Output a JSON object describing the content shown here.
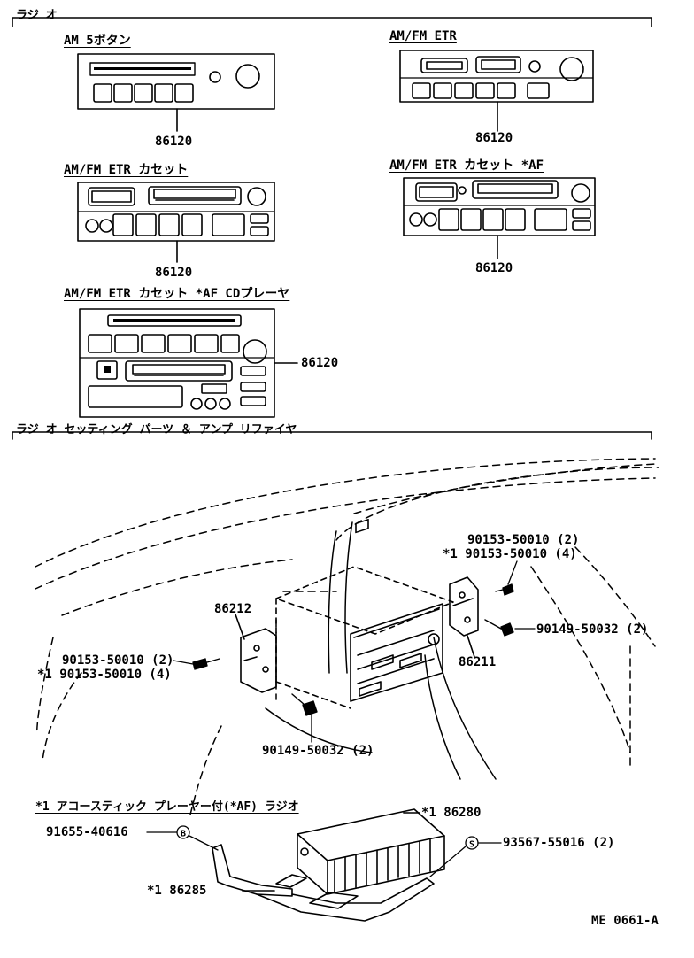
{
  "sections": {
    "radio": "ラジ オ",
    "setting_parts": "ラジ オ セッティング パーツ ＆ アンプ リファイヤ"
  },
  "units": [
    {
      "title": "AM 5ボタン",
      "part_no": "86120"
    },
    {
      "title": "AM/FM ETR",
      "part_no": "86120"
    },
    {
      "title": "AM/FM ETR カセット",
      "part_no": "86120"
    },
    {
      "title": "AM/FM ETR カセット *AF",
      "part_no": "86120"
    },
    {
      "title": "AM/FM ETR カセット *AF CDプレーヤ",
      "part_no": "86120"
    }
  ],
  "setting_labels": {
    "bracket_left": "86212",
    "bracket_right": "86211",
    "screw_left_a": "90153-50010 (2)",
    "screw_left_b": "*1 90153-50010 (4)",
    "screw_right_a": "90153-50010 (2)",
    "screw_right_b": "*1 90153-50010 (4)",
    "bolt_right": "90149-50032 (2)",
    "bolt_bottom": "90149-50032 (2)"
  },
  "amp": {
    "title": "*1 アコースティック プレーヤー付(*AF) ラジオ",
    "amp_part": "*1 86280",
    "bracket_part": "*1 86285",
    "part_b": "91655-40616",
    "part_s": "93567-55016 (2)",
    "marker_b": "B",
    "marker_s": "S"
  },
  "figure_code": "ME 0661-A"
}
